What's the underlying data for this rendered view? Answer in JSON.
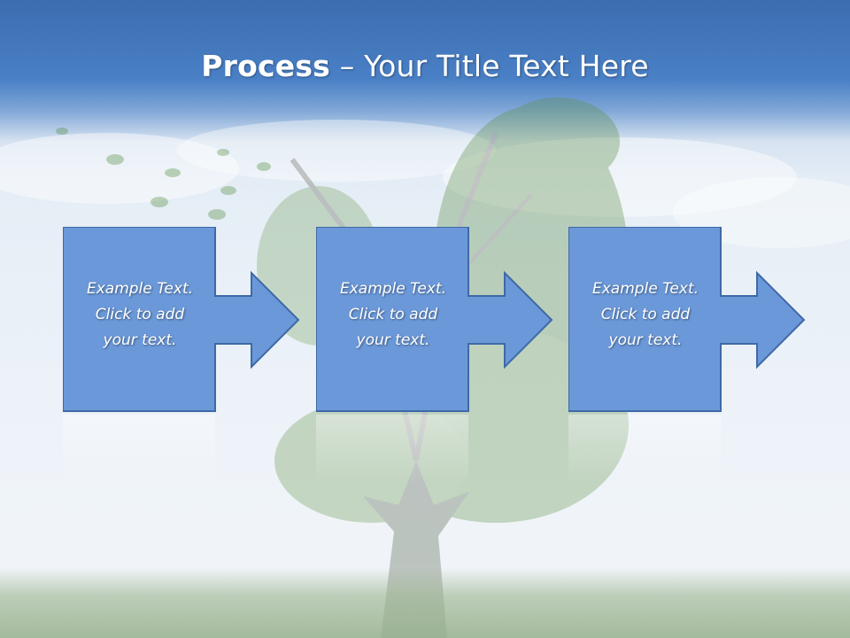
{
  "slide": {
    "title_bold": "Process",
    "title_rest": " – Your Title Text Here"
  },
  "steps": [
    {
      "text": "Example Text.\nClick  to add\nyour text."
    },
    {
      "text": "Example Text.\nClick  to add\nyour text."
    },
    {
      "text": "Example Text.\nClick  to add\nyour text."
    }
  ],
  "colors": {
    "shape_fill": "#6b98d8",
    "shape_stroke": "#3f69a6",
    "banner": "#3b6db0"
  }
}
